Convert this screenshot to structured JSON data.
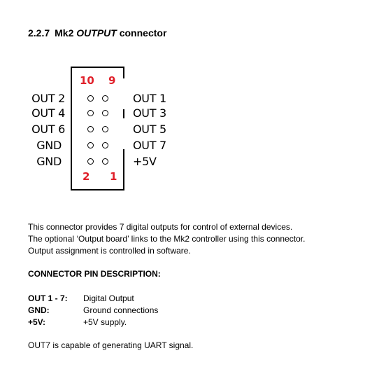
{
  "section": {
    "number": "2.2.7",
    "title_prefix": "Mk2 ",
    "title_italic": "OUTPUT",
    "title_suffix": " connector"
  },
  "diagram": {
    "top_pin_numbers": [
      "10",
      "9"
    ],
    "bottom_pin_numbers": [
      "2",
      "1"
    ],
    "left_labels": [
      "OUT 2",
      "OUT 4",
      "OUT 6",
      "GND",
      "GND"
    ],
    "right_labels": [
      "OUT 1",
      "OUT 3",
      "OUT 5",
      "OUT 7",
      "+5V"
    ],
    "pin_number_color": "#e0202a"
  },
  "description": {
    "lines": [
      "This connector provides 7 digital outputs for control of external devices.",
      "The optional ‘Output board’ links to the Mk2 controller using this connector.",
      "Output assignment is controlled in software."
    ]
  },
  "pin_description": {
    "heading": "CONNECTOR PIN DESCRIPTION:",
    "rows": [
      {
        "pin": "OUT 1 - 7:",
        "desc": "Digital Output"
      },
      {
        "pin": "GND:",
        "desc": "Ground connections"
      },
      {
        "pin": "+5V:",
        "desc": "+5V supply."
      }
    ]
  },
  "note": "OUT7 is capable of generating UART signal."
}
